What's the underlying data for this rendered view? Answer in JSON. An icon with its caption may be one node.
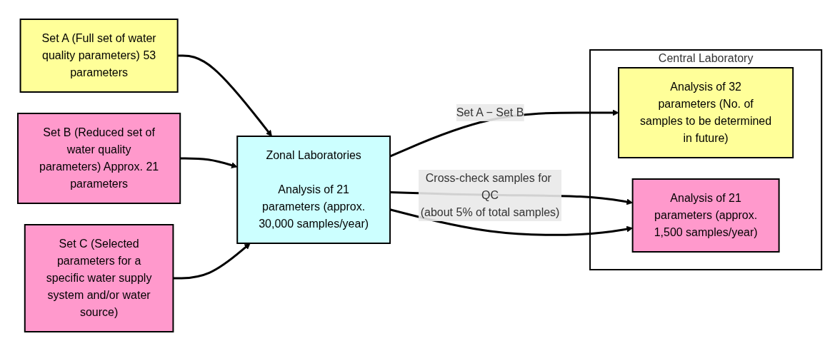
{
  "diagram": {
    "nodes": [
      {
        "text": [
          "Set A (Full set of water quality parameters) 53 parameters"
        ]
      },
      {
        "text": [
          "Set B (Reduced set of water quality parameters) Approx. 21 parameters"
        ]
      },
      {
        "text": [
          "Set C (Selected parameters for a specific water supply system and/or water source)"
        ]
      },
      {
        "text": [
          "Zonal Laboratories",
          "Analysis of 21 parameters (approx. 30,000 samples/year)"
        ]
      },
      {
        "text": [
          "Central Laboratory"
        ]
      },
      {
        "text": [
          "Analysis of 32 parameters (No. of samples to be determined in future)"
        ],
        "in": 4
      },
      {
        "text": [
          "Analysis of 21 parameters (approx. 1,500 samples/year)"
        ],
        "in": 4
      }
    ],
    "edges": [
      {
        "from": 0,
        "to": 3,
        "arrow": "to"
      },
      {
        "from": 1,
        "to": 3,
        "arrow": "to"
      },
      {
        "from": 2,
        "to": 3,
        "arrow": "to"
      },
      {
        "from": 3,
        "to": 5,
        "arrow": "to",
        "label": "Set A − Set B"
      },
      {
        "from": 3,
        "to": 6,
        "arrow": "to",
        "label": "Cross-check samples for QC (about 5% of total samples)"
      },
      {
        "from": 3,
        "to": 6,
        "arrow": "to"
      }
    ]
  }
}
